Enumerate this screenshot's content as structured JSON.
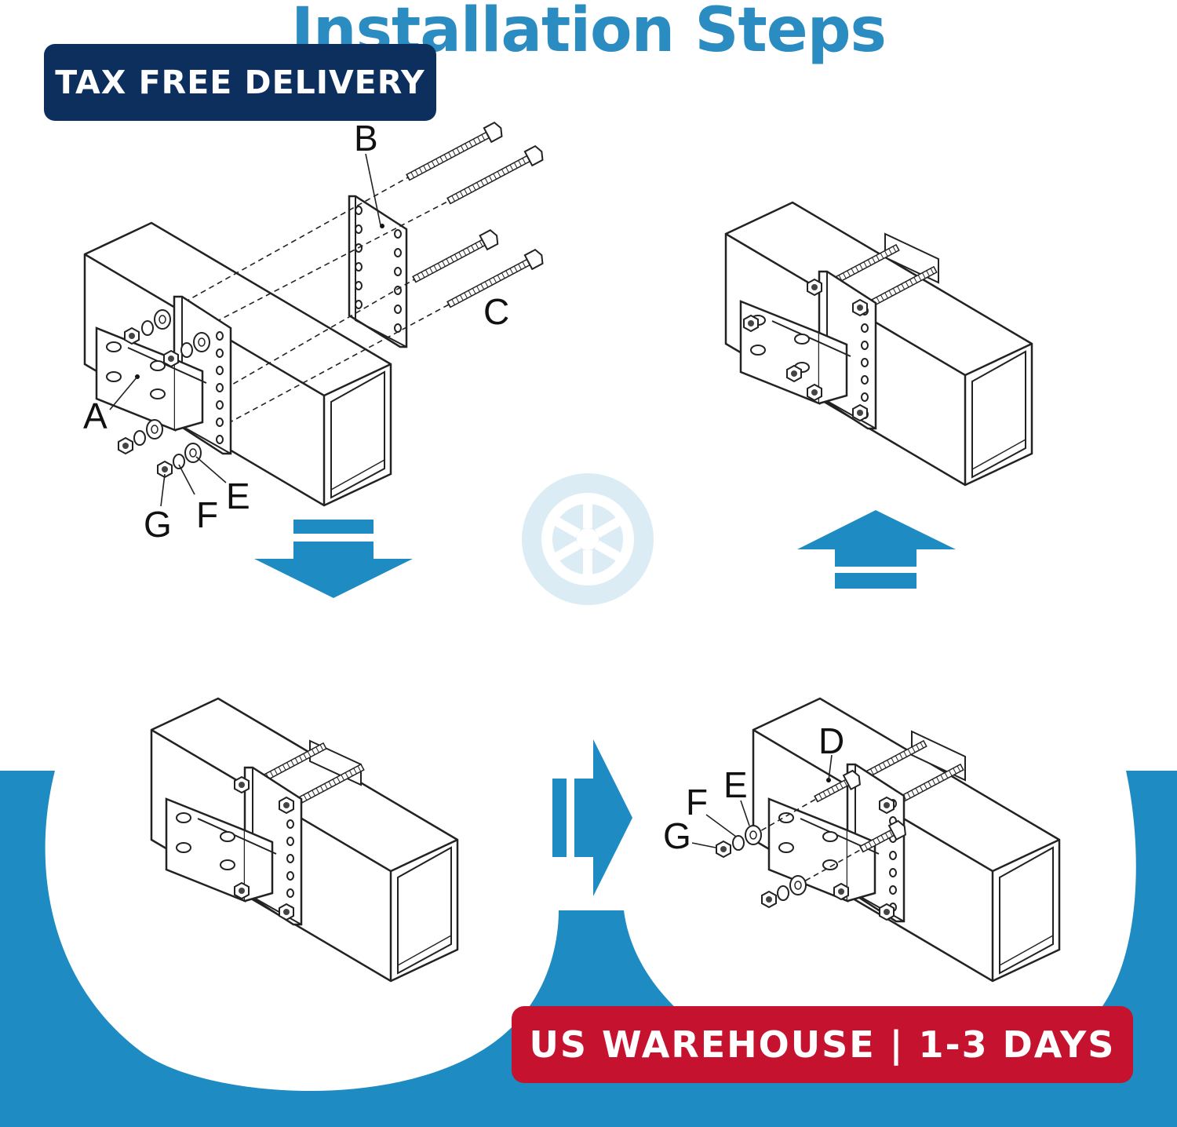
{
  "header": {
    "title": "Installation Steps"
  },
  "badges": {
    "top_left": "TAX FREE DELIVERY",
    "bottom_right": "US WAREHOUSE | 1-3 DAYS"
  },
  "diagram": {
    "step1_labels": {
      "a": "A",
      "b": "B",
      "c": "C",
      "e": "E",
      "f": "F",
      "g": "G"
    },
    "step4_labels": {
      "d": "D",
      "e": "E",
      "f": "F",
      "g": "G"
    },
    "arrows": [
      "arrow-down-icon",
      "arrow-right-icon",
      "arrow-up-icon"
    ],
    "center_logo": "wheel-logo-icon"
  },
  "colors": {
    "title": "#2a8cc0",
    "accent_blue": "#1e8bc3",
    "tax_badge": "#0d2f5e",
    "us_badge": "#c4122f",
    "logo_bg": "#dcecf5"
  }
}
